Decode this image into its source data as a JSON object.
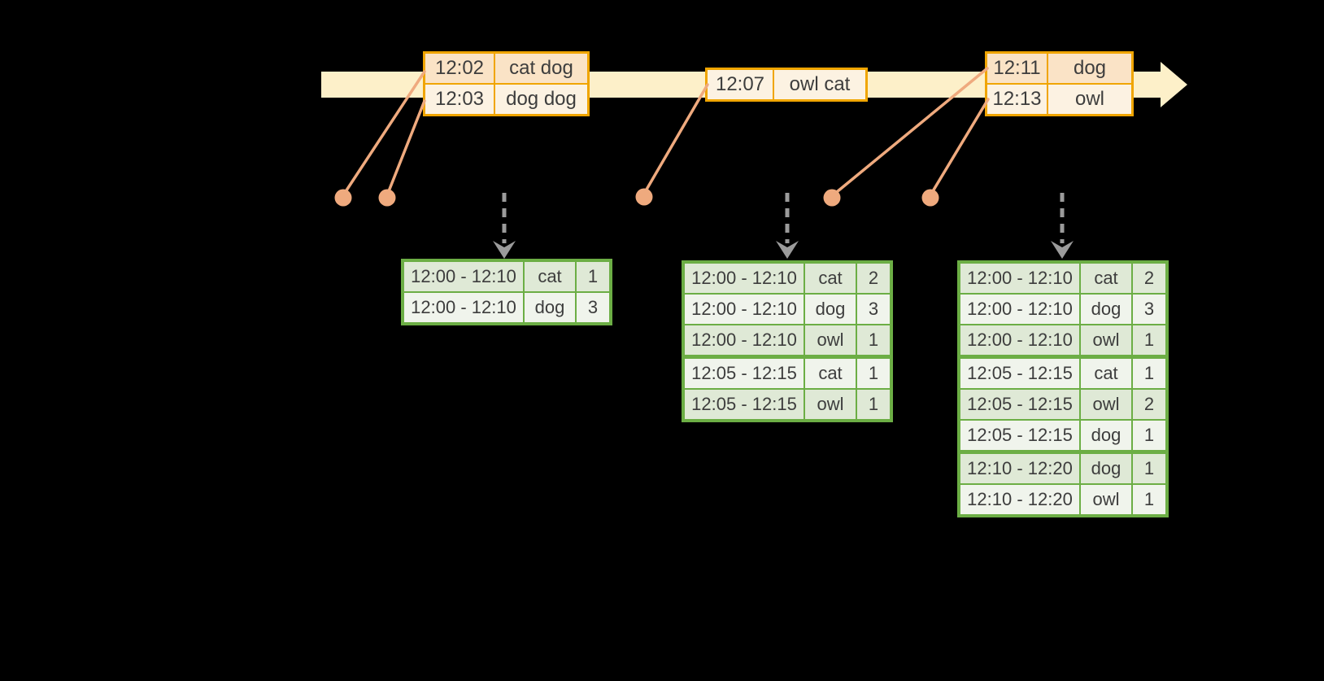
{
  "colors": {
    "background": "#000000",
    "text": "#3d3d3d",
    "timeline_band": "#fdf0c9",
    "event_border": "#f0a500",
    "event_row_peach": "#fae3c6",
    "event_row_cream": "#fcf2e2",
    "connector": "#efaa7e",
    "arrow_gray": "#9b9b9b",
    "result_border": "#6cae45",
    "result_row_dark": "#dfe9d6",
    "result_row_light": "#f0f4ec"
  },
  "icons": {
    "timeline_arrow": "right-arrow-band",
    "trigger_arrow": "dashed-down-arrow",
    "event_marker": "dot"
  },
  "timeline": {
    "event_tables": [
      {
        "rows": [
          {
            "time": "12:02",
            "words": "cat dog"
          },
          {
            "time": "12:03",
            "words": "dog dog"
          }
        ]
      },
      {
        "rows": [
          {
            "time": "12:07",
            "words": "owl cat"
          }
        ]
      },
      {
        "rows": [
          {
            "time": "12:11",
            "words": "dog"
          },
          {
            "time": "12:13",
            "words": "owl"
          }
        ]
      }
    ]
  },
  "result_tables": [
    {
      "rows": [
        {
          "window": "12:00 - 12:10",
          "word": "cat",
          "count": "1"
        },
        {
          "window": "12:00 - 12:10",
          "word": "dog",
          "count": "3"
        }
      ]
    },
    {
      "rows": [
        {
          "window": "12:00 - 12:10",
          "word": "cat",
          "count": "2"
        },
        {
          "window": "12:00 - 12:10",
          "word": "dog",
          "count": "3"
        },
        {
          "window": "12:00 - 12:10",
          "word": "owl",
          "count": "1"
        },
        {
          "window": "12:05 - 12:15",
          "word": "cat",
          "count": "1"
        },
        {
          "window": "12:05 - 12:15",
          "word": "owl",
          "count": "1"
        }
      ]
    },
    {
      "rows": [
        {
          "window": "12:00 - 12:10",
          "word": "cat",
          "count": "2"
        },
        {
          "window": "12:00 - 12:10",
          "word": "dog",
          "count": "3"
        },
        {
          "window": "12:00 - 12:10",
          "word": "owl",
          "count": "1"
        },
        {
          "window": "12:05 - 12:15",
          "word": "cat",
          "count": "1"
        },
        {
          "window": "12:05 - 12:15",
          "word": "owl",
          "count": "2"
        },
        {
          "window": "12:05 - 12:15",
          "word": "dog",
          "count": "1"
        },
        {
          "window": "12:10 - 12:20",
          "word": "dog",
          "count": "1"
        },
        {
          "window": "12:10 - 12:20",
          "word": "owl",
          "count": "1"
        }
      ]
    }
  ]
}
